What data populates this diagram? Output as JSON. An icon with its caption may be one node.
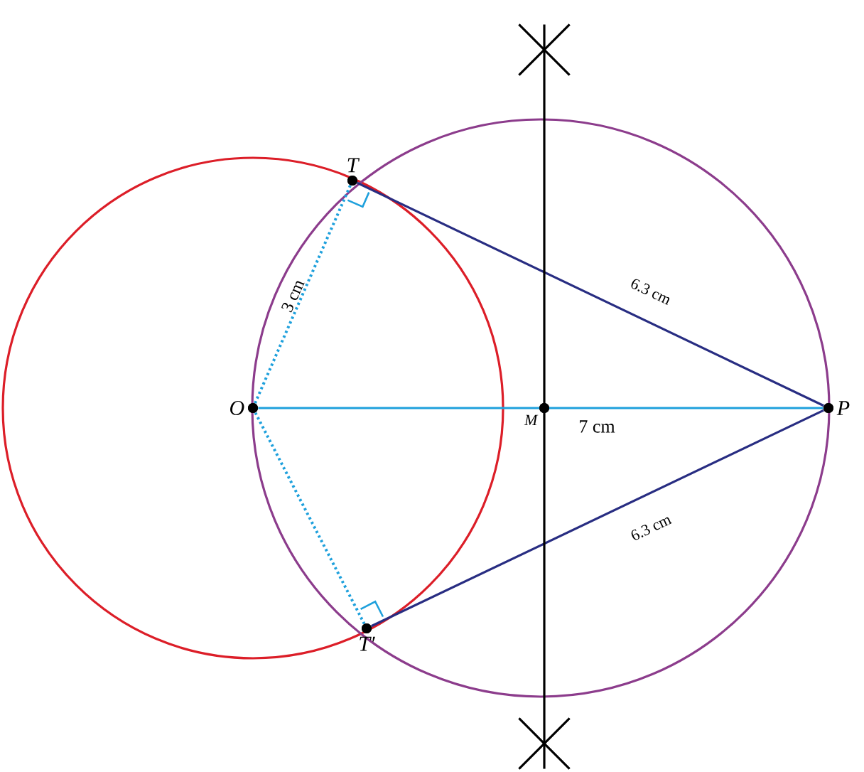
{
  "diagram": {
    "nodes": [
      {
        "text": [
          "O"
        ]
      },
      {
        "text": [
          "T"
        ]
      },
      {
        "text": [
          "T′"
        ]
      },
      {
        "text": [
          "M"
        ]
      },
      {
        "text": [
          "P"
        ]
      },
      {
        "text": [],
        "shape": "cross"
      },
      {
        "text": [],
        "shape": "cross"
      }
    ],
    "edges": [
      {
        "from": 0,
        "to": 4,
        "arrow": "none",
        "label": "7 cm",
        "color": "#1ea0dc"
      },
      {
        "from": 1,
        "to": 4,
        "arrow": "none",
        "label": "6.3 cm",
        "color": "#282d82"
      },
      {
        "from": 2,
        "to": 4,
        "arrow": "none",
        "label": "6.3 cm",
        "color": "#282d82"
      },
      {
        "from": 0,
        "to": 1,
        "arrow": "none",
        "label": "3 cm",
        "style": "dashed",
        "color": "#1ea0dc"
      },
      {
        "from": 0,
        "to": 2,
        "arrow": "none",
        "style": "dashed",
        "color": "#1ea0dc"
      },
      {
        "from": 5,
        "to": 6,
        "arrow": "none",
        "color": "#000000"
      }
    ]
  }
}
